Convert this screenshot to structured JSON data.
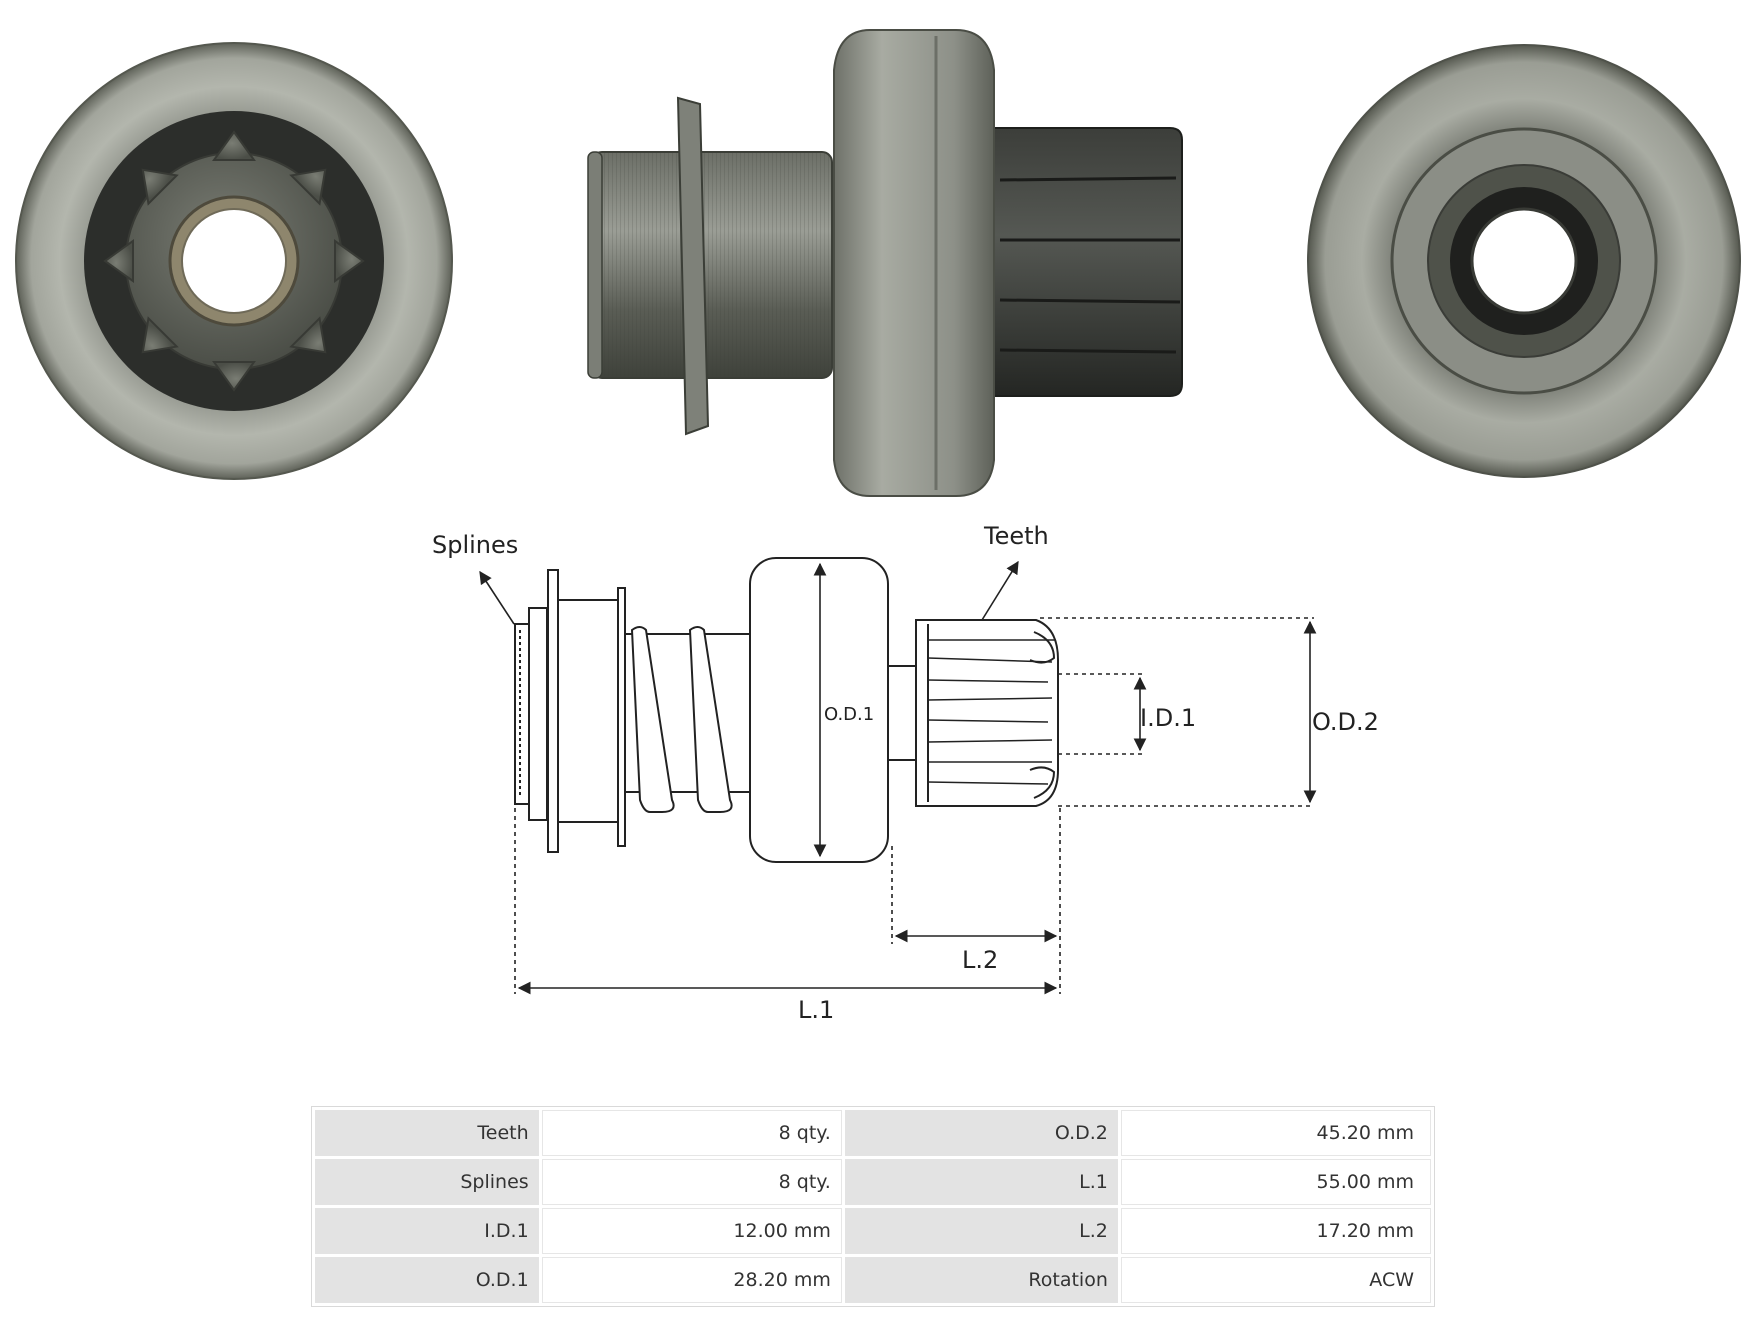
{
  "diagram": {
    "labels": {
      "splines": "Splines",
      "teeth": "Teeth",
      "od1": "O.D.1",
      "id1": "I.D.1",
      "od2": "O.D.2",
      "l1": "L.1",
      "l2": "L.2"
    }
  },
  "spec_table": {
    "rows": [
      {
        "k1": "Teeth",
        "v1": "8 qty.",
        "k2": "O.D.2",
        "v2": "45.20 mm"
      },
      {
        "k1": "Splines",
        "v1": "8 qty.",
        "k2": "L.1",
        "v2": "55.00 mm"
      },
      {
        "k1": "I.D.1",
        "v1": "12.00 mm",
        "k2": "L.2",
        "v2": "17.20 mm"
      },
      {
        "k1": "O.D.1",
        "v1": "28.20 mm",
        "k2": "Rotation",
        "v2": "ACW"
      }
    ]
  },
  "colors": {
    "metal_light": "#a7aaa1",
    "metal_dark": "#5d6058",
    "pinion_dark": "#2e302d",
    "line": "#222222"
  }
}
